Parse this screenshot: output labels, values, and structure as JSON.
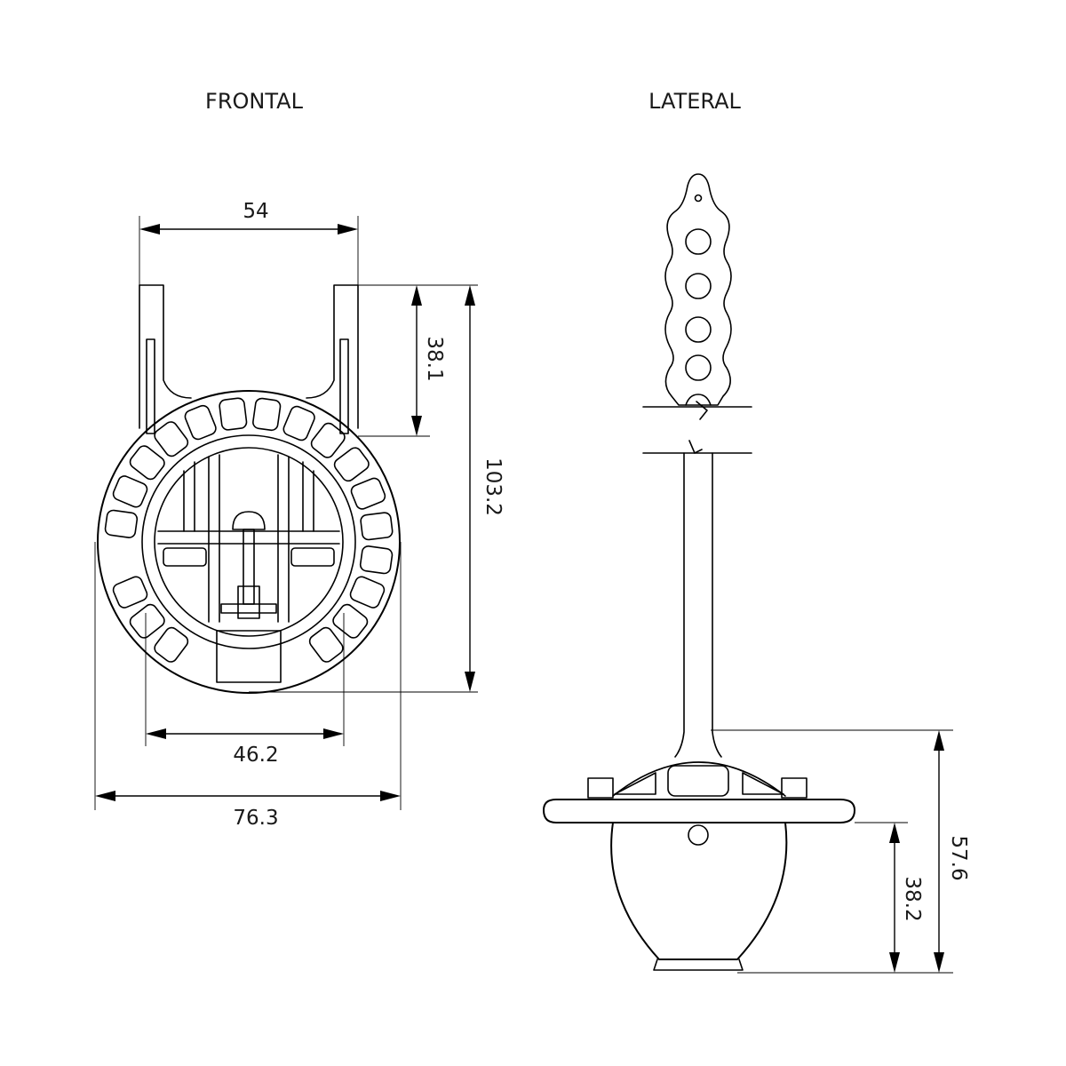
{
  "views": {
    "frontal": "FRONTAL",
    "lateral": "LATERAL"
  },
  "dimensions": {
    "frontal_top_width": "54",
    "frontal_arm_height": "38.1",
    "frontal_total_height": "103.2",
    "frontal_inner_width": "46.2",
    "frontal_outer_width": "76.3",
    "lateral_total_height": "57.6",
    "lateral_bowl_height": "38.2"
  }
}
